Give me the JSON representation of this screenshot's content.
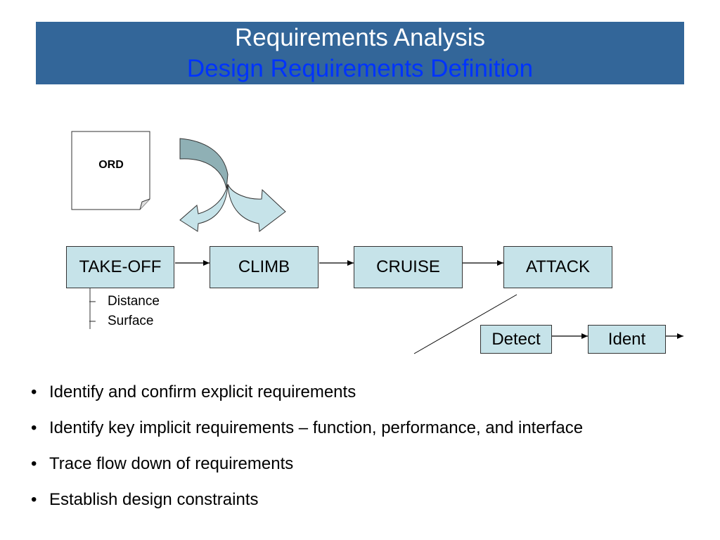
{
  "title": {
    "main": "Requirements Analysis",
    "sub": "Design Requirements Definition"
  },
  "document": {
    "label": "ORD"
  },
  "phases": [
    "TAKE-OFF",
    "CLIMB",
    "CRUISE",
    "ATTACK"
  ],
  "takeoff_details": [
    "Distance",
    "Surface"
  ],
  "attack_details": [
    "Detect",
    "Ident"
  ],
  "bullets": [
    "Identify and confirm explicit requirements",
    "Identify key implicit requirements – function, performance, and interface",
    "Trace flow down of requirements",
    "Establish design constraints"
  ],
  "colors": {
    "title_bar": "#336699",
    "title_text": "#ffffff",
    "subtitle_text": "#0033ff",
    "box_fill": "#c6e3e9",
    "arrow_dark": "#8fb0b5",
    "arrow_light": "#c6e3e9"
  }
}
